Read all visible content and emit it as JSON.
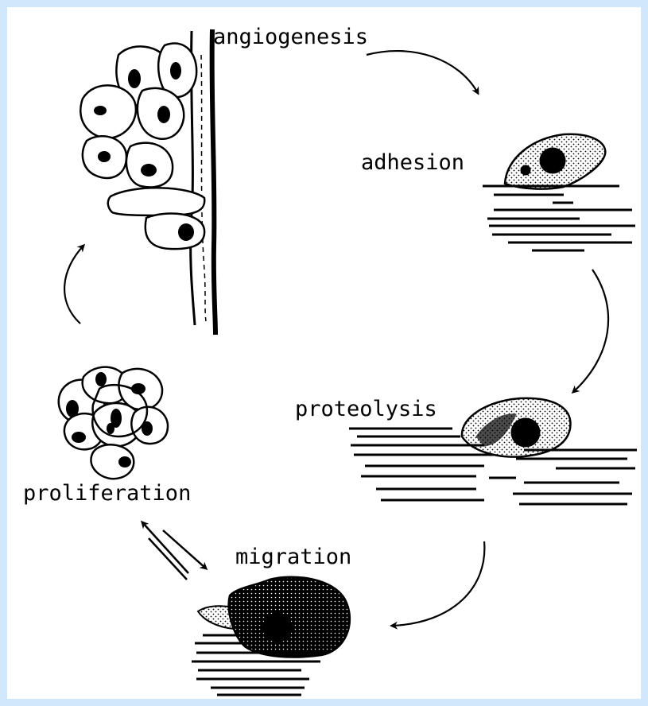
{
  "stages": {
    "angiogenesis": "angiogenesis",
    "adhesion": "adhesion",
    "proteolysis": "proteolysis",
    "migration": "migration",
    "proliferation": "proliferation"
  },
  "colors": {
    "border": "#cfe8fb",
    "ink": "#000000",
    "paper": "#ffffff"
  }
}
